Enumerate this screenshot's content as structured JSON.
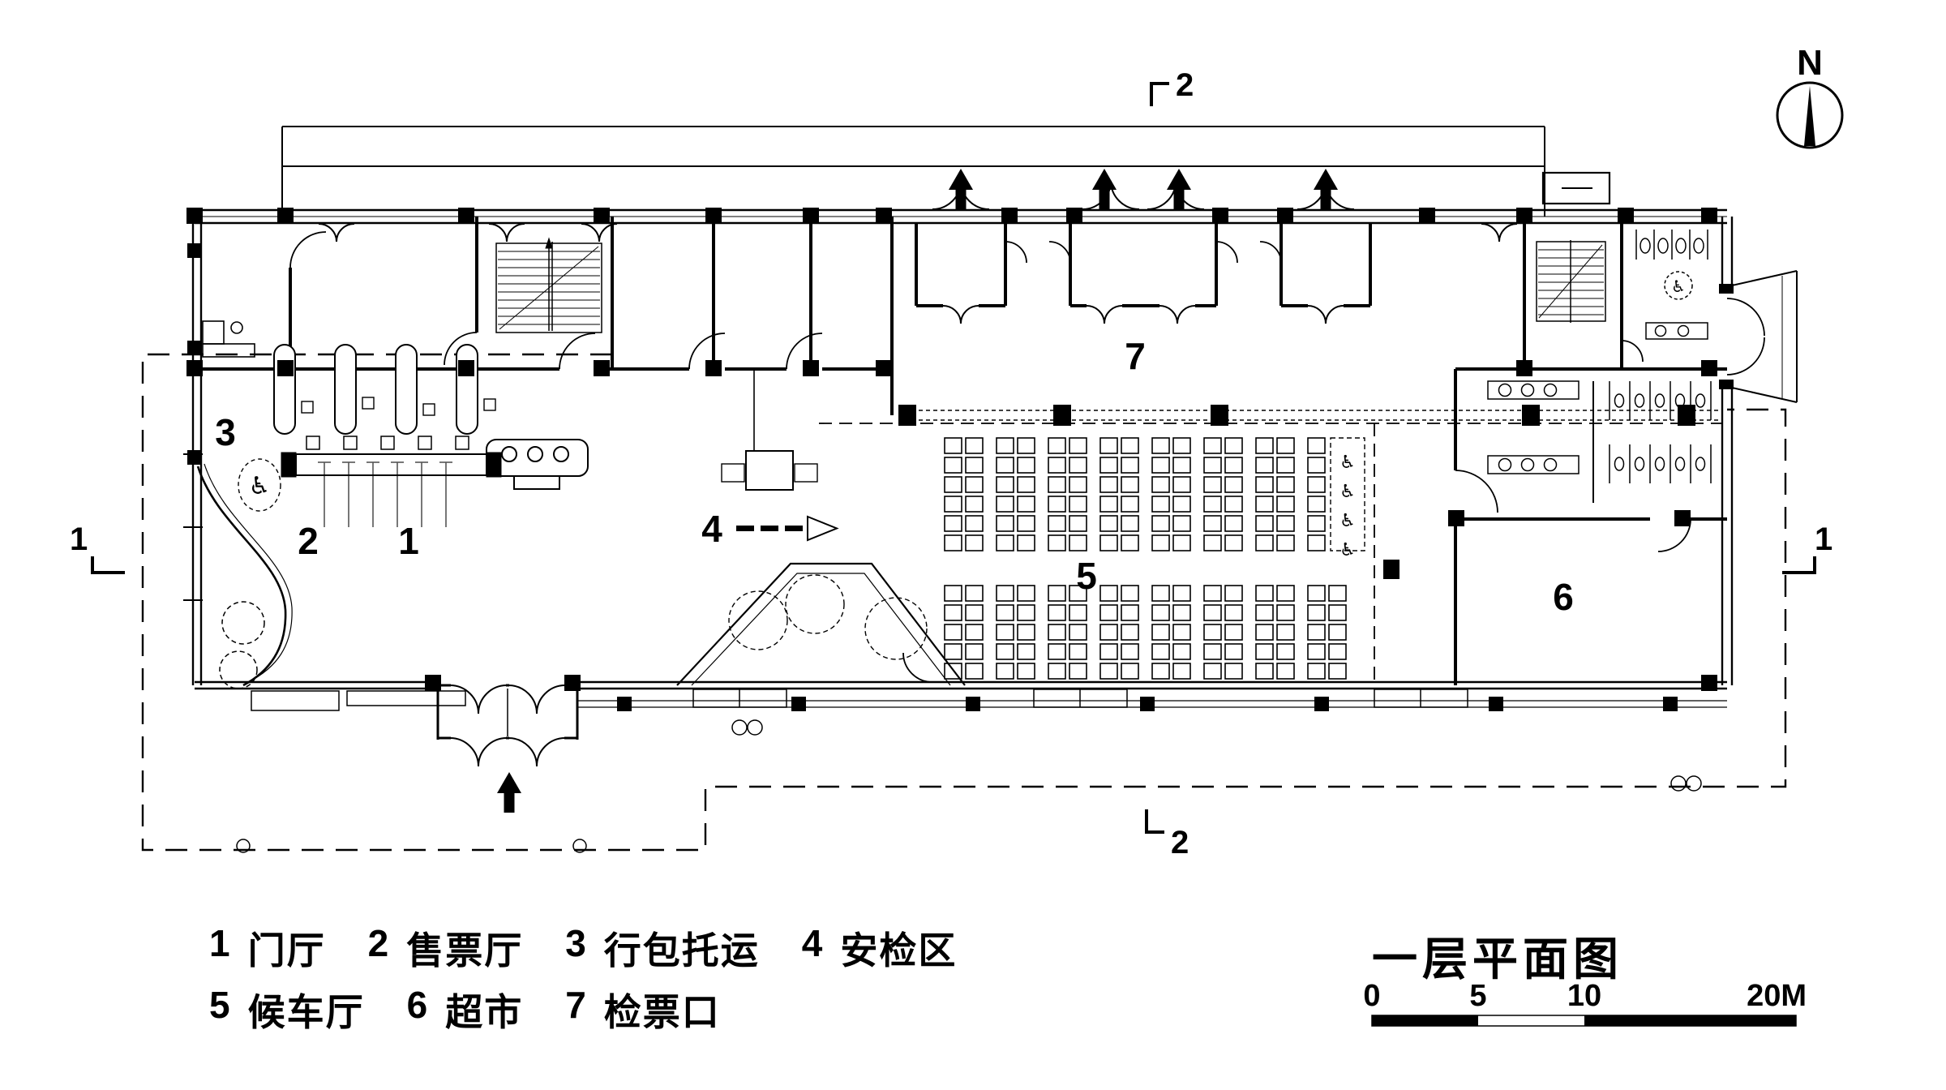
{
  "plan": {
    "title": "一层平面图",
    "north_label": "N",
    "rooms": [
      {
        "num": "1",
        "name": "门厅"
      },
      {
        "num": "2",
        "name": "售票厅"
      },
      {
        "num": "3",
        "name": "行包托运"
      },
      {
        "num": "4",
        "name": "安检区"
      },
      {
        "num": "5",
        "name": "候车厅"
      },
      {
        "num": "6",
        "name": "超市"
      },
      {
        "num": "7",
        "name": "检票口"
      }
    ],
    "section_markers": {
      "top": "2",
      "bottom": "2",
      "left": "1",
      "right": "1"
    },
    "scale_bar": {
      "labels": [
        "0",
        "5",
        "10",
        "20M"
      ]
    },
    "symbols": {
      "wheelchair": "♿"
    },
    "colors": {
      "ink": "#000000",
      "paper": "#ffffff"
    }
  }
}
